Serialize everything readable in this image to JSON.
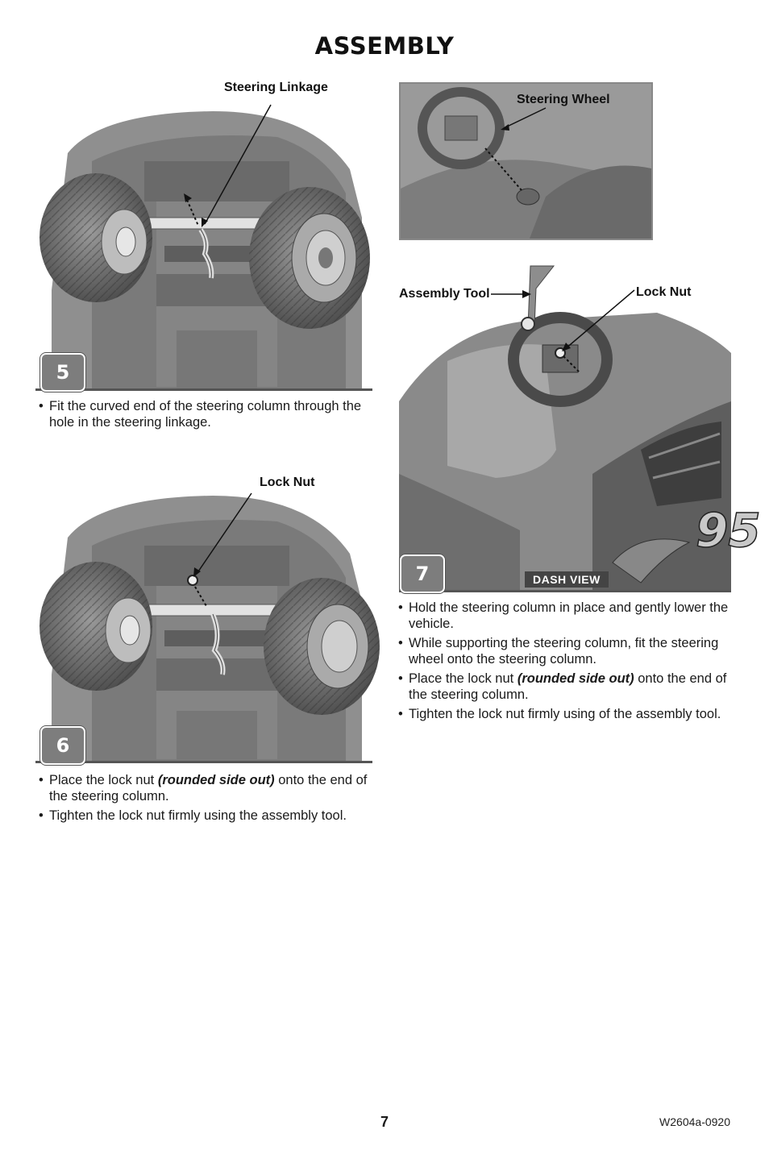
{
  "page": {
    "title": "ASSEMBLY",
    "page_number": "7",
    "doc_code": "W2604a-0920"
  },
  "steps": [
    {
      "number": "5",
      "labels": {
        "callout": "Steering Linkage"
      },
      "bullets": [
        {
          "text": "Fit the curved end of the steering column through the hole in the steering linkage."
        }
      ]
    },
    {
      "number": "6",
      "labels": {
        "callout": "Lock Nut"
      },
      "bullets": [
        {
          "pre": "Place the lock nut ",
          "em": "(rounded side out)",
          "post": " onto the end of the steering column."
        },
        {
          "text": "Tighten the lock nut firmly using the assembly tool."
        }
      ]
    },
    {
      "number": "7",
      "labels": {
        "steering_wheel": "Steering Wheel",
        "assembly_tool": "Assembly Tool",
        "lock_nut": "Lock Nut",
        "dash_view": "DASH VIEW",
        "car_number": "95"
      },
      "bullets": [
        {
          "text": "Hold the steering column in place and gently lower the vehicle."
        },
        {
          "text": "While supporting the steering column, fit the steering wheel onto the steering column."
        },
        {
          "pre": "Place the lock nut ",
          "em": "(rounded side out)",
          "post": " onto the end of the steering column."
        },
        {
          "text": "Tighten the lock nut firmly using of the assembly tool."
        }
      ]
    }
  ]
}
